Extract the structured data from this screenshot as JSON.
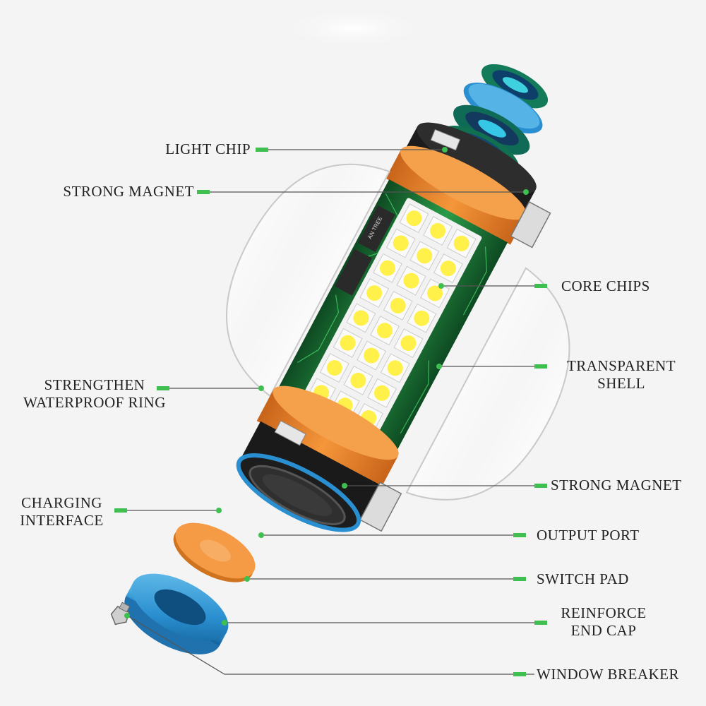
{
  "labels": {
    "light_chip": "LIGHT CHIP",
    "strong_magnet_top": "STRONG MAGNET",
    "core_chips": "CORE CHIPS",
    "transparent_shell": "TRANSPARENT\nSHELL",
    "strengthen_ring": "STRENGTHEN\nWATERPROOF RING",
    "strong_magnet_bottom": "STRONG MAGNET",
    "charging_interface": "CHARGING\nINTERFACE",
    "output_port": "OUTPUT PORT",
    "switch_pad": "SWITCH PAD",
    "reinforce_end_cap": "REINFORCE\nEND CAP",
    "window_breaker": "WINDOW BREAKER"
  },
  "chip_marking": "AN TREE",
  "colors": {
    "accent_green": "#3fbf4f",
    "leader_line": "#555555",
    "orange_ring": "#f08a2c",
    "blue_cap": "#2a8fd0",
    "pcb_green": "#1f7a3a",
    "led_yellow": "#fff04a"
  }
}
